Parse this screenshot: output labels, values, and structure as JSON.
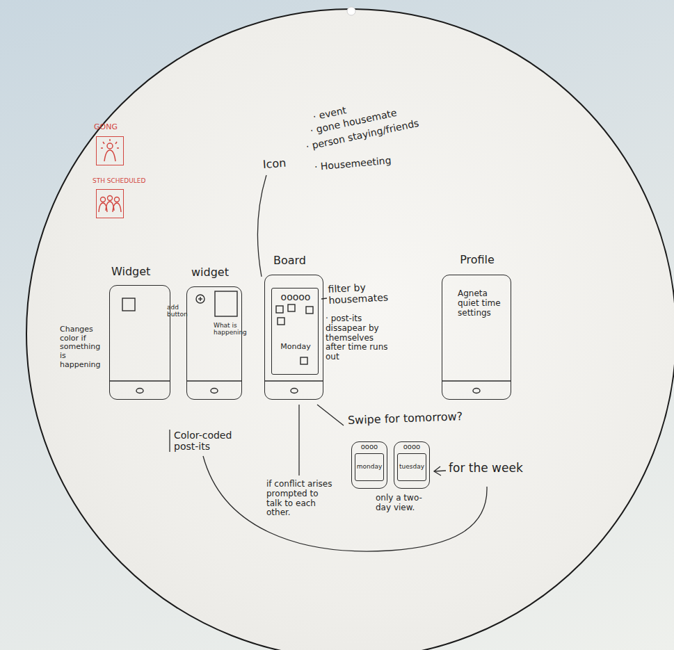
{
  "diagram": {
    "nodes": [
      {
        "text": [
          "Widget"
        ]
      },
      {
        "text": [
          "widget",
          "What is happening"
        ]
      },
      {
        "text": [
          "Board"
        ]
      },
      {
        "text": [
          "ooooo",
          "Monday"
        ],
        "in": 2
      },
      {
        "text": [
          "Profile",
          "Agneta quiet time settings"
        ]
      },
      {
        "text": [
          "GONG"
        ]
      },
      {
        "text": [
          "STH SCHEDULED"
        ]
      },
      {
        "text": [
          "oooo"
        ]
      },
      {
        "text": [
          "monday"
        ],
        "in": 7
      },
      {
        "text": [
          "oooo"
        ]
      },
      {
        "text": [
          "tuesday"
        ],
        "in": 9
      }
    ],
    "labels": [
      "Icon",
      "· event",
      "· gone housemate",
      "· person staying/friends",
      "· Housemeeting",
      "Changes color if something is happening",
      "add button",
      "filter by housemates",
      "· post-its dissapear by themselves after time runs out",
      "Color-coded post-its",
      "if conflict arises prompted to talk to each other.",
      "Swipe for tomorrow?",
      "only a two-day view.",
      "for the week"
    ]
  }
}
